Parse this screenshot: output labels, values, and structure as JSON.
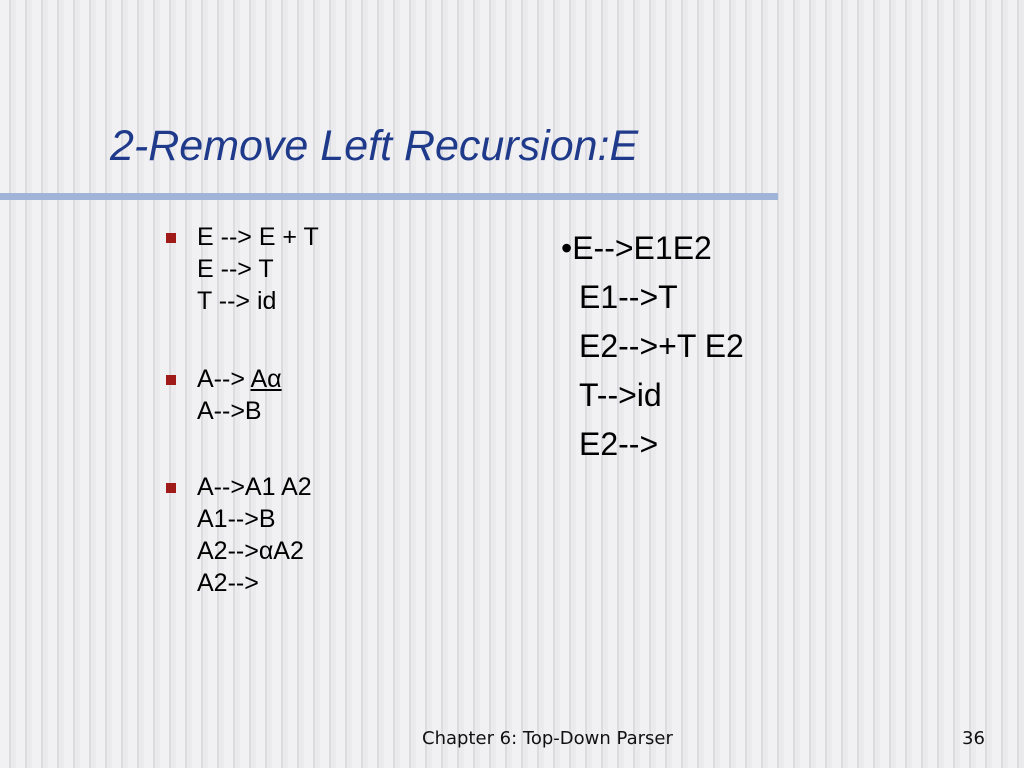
{
  "slide": {
    "title": "2-Remove Left Recursion:E",
    "left_bullets": [
      {
        "lines": [
          "E --> E + T",
          "E --> T",
          "T --> id"
        ]
      },
      {
        "line1_prefix": "A--> ",
        "line1_underlined": "Aα",
        "line2": "A-->B"
      },
      {
        "lines": [
          "A-->A1 A2",
          "A1-->B",
          "A2-->αA2",
          "A2-->"
        ]
      }
    ],
    "right_lines": [
      "•E-->E1E2",
      "E1-->T",
      "E2-->+T E2",
      "T-->id",
      "E2-->"
    ],
    "footer": "Chapter 6: Top-Down Parser",
    "page_number": "36",
    "colors": {
      "title": "#1f3a8a",
      "rule": "#9fb4d6",
      "bullet": "#a01a1a"
    }
  }
}
